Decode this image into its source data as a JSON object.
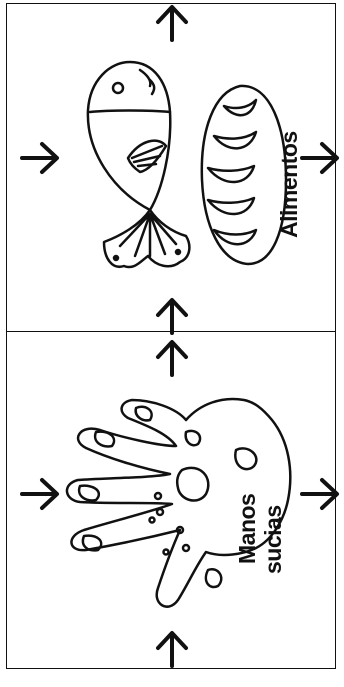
{
  "cards": [
    {
      "label_lines": [
        "Alimentos"
      ]
    },
    {
      "label_lines": [
        "Manos",
        "sucias"
      ]
    }
  ],
  "icons": [
    "up-arrow-icon",
    "fish-icon",
    "bread-icon",
    "dirty-hand-icon"
  ],
  "colors": {
    "ink": "#111111",
    "paper": "#ffffff"
  }
}
